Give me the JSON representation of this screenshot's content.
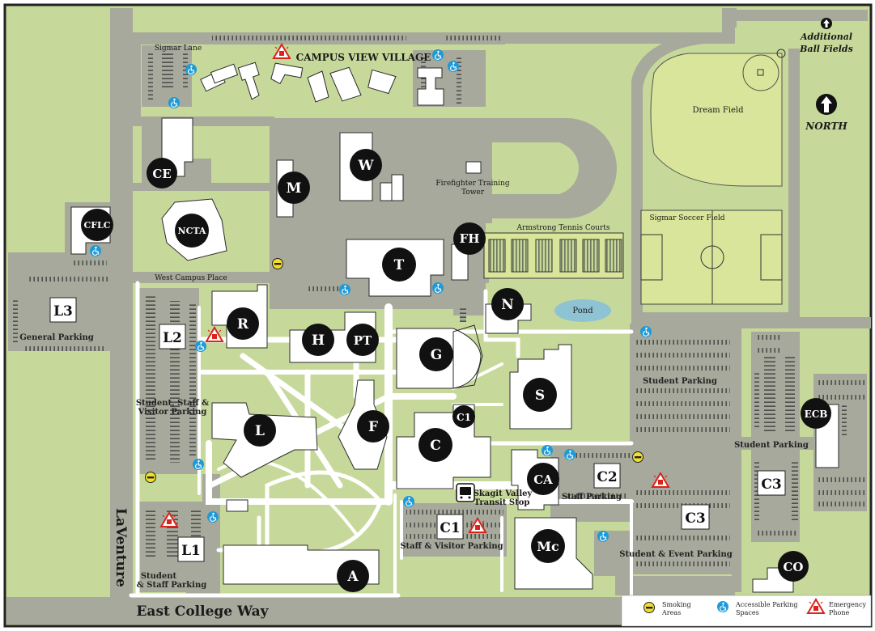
{
  "colors": {
    "grass": "#c7d99a",
    "path": "#a6a99b",
    "white_path": "#ffffff",
    "building": "#ffffff",
    "outline": "#2a2a2a",
    "marker": "#111111",
    "field": "#d9e59a",
    "pond": "#8ec3d3",
    "accessible": "#1f9ad6",
    "emergency": "#d9241c",
    "smoking": "#f2df2a"
  },
  "streets": {
    "east_college_way": "East College Way",
    "laventure": "LaVenture",
    "sigmar_lane": "Sigmar Lane",
    "west_campus_place": "West Campus Place"
  },
  "places": {
    "campus_view_village": "CAMPUS VIEW VILLAGE",
    "firefighter_tower_1": "Firefighter Training",
    "firefighter_tower_2": "Tower",
    "tennis_courts": "Armstrong Tennis Courts",
    "dream_field": "Dream Field",
    "soccer_field": "Sigmar Soccer Field",
    "pond": "Pond",
    "additional_fields_1": "Additional",
    "additional_fields_2": "Ball Fields",
    "north": "NORTH",
    "transit_1": "Skagit Valley",
    "transit_2": "Transit Stop"
  },
  "buildings": {
    "CE": "CE",
    "CFLC": "CFLC",
    "NCTA": "NCTA",
    "M": "M",
    "W": "W",
    "FH": "FH",
    "T": "T",
    "N": "N",
    "R": "R",
    "H": "H",
    "PT": "PT",
    "G": "G",
    "S": "S",
    "L": "L",
    "F": "F",
    "C": "C",
    "C1b": "C1",
    "CA": "CA",
    "Mc": "Mc",
    "A": "A",
    "ECB": "ECB",
    "CO": "CO"
  },
  "parking": {
    "L3": "L3",
    "L3_desc": "General Parking",
    "L2": "L2",
    "L2_desc_1": "Student, Staff &",
    "L2_desc_2": "Visitor Parking",
    "L1": "L1",
    "L1_desc_1": "Student",
    "L1_desc_2": "& Staff Parking",
    "C1": "C1",
    "C1_desc": "Staff & Visitor Parking",
    "C2": "C2",
    "C2_desc": "Staff Parking",
    "C3a": "C3",
    "C3_desc": "Student & Event Parking",
    "C3b": "C3",
    "student_parking_1": "Student Parking",
    "student_parking_2": "Student Parking"
  },
  "legend": {
    "smoking_1": "Smoking",
    "smoking_2": "Areas",
    "accessible_1": "Accessible Parking",
    "accessible_2": "Spaces",
    "emergency_1": "Emergency",
    "emergency_2": "Phone"
  }
}
